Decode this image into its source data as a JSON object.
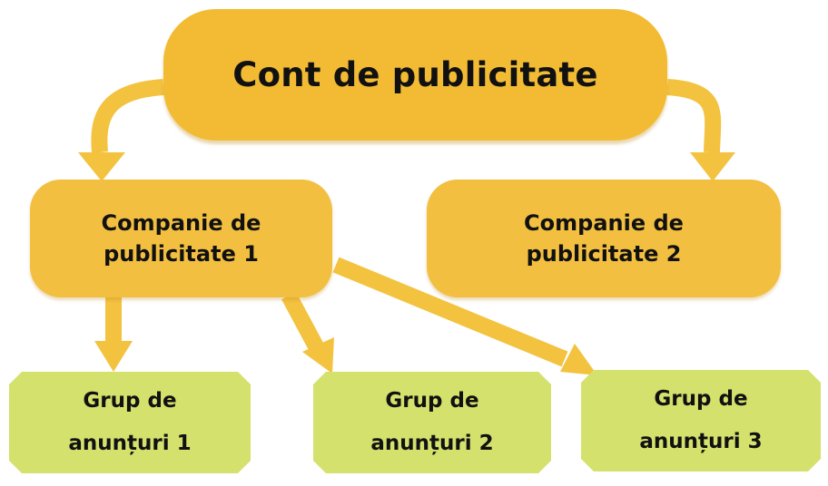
{
  "diagram": {
    "root": {
      "label": "Cont de publicitate"
    },
    "campaigns": [
      {
        "line1": "Companie de",
        "line2": "publicitate 1"
      },
      {
        "line1": "Companie de",
        "line2": "publicitate 2"
      }
    ],
    "ad_groups": [
      {
        "line1": "Grup de",
        "line2": "anunțuri 1"
      },
      {
        "line1": "Grup de",
        "line2": "anunțuri 2"
      },
      {
        "line1": "Grup de",
        "line2": "anunțuri 3"
      }
    ],
    "colors": {
      "root_fill": "#f2bb33",
      "campaign_fill": "#f2bf40",
      "ad_group_fill": "#d4e16c",
      "arrow": "#f3c23f",
      "text": "#111111"
    }
  }
}
